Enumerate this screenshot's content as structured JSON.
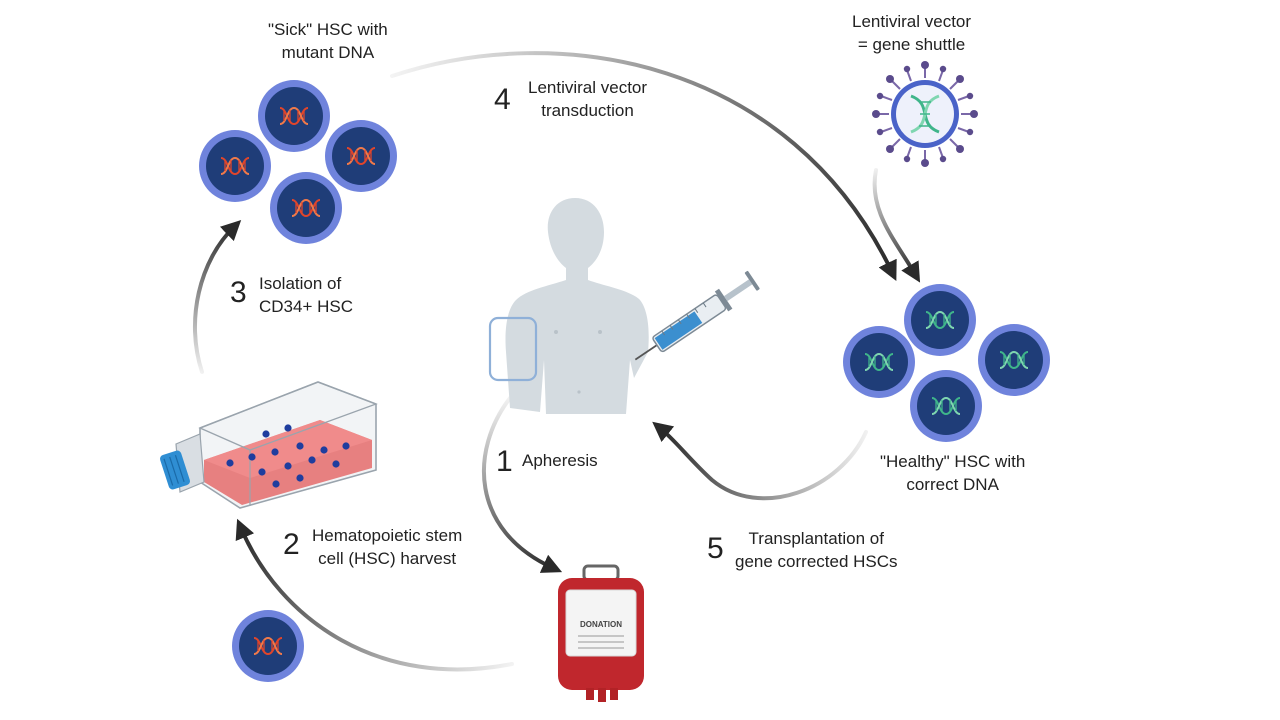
{
  "labels": {
    "sick_hsc": [
      "\"Sick\" HSC with",
      "mutant DNA"
    ],
    "lentiviral_vector": [
      "Lentiviral vector",
      "= gene shuttle"
    ],
    "healthy_hsc": [
      "\"Healthy\" HSC with",
      "correct DNA"
    ],
    "donation": "DONATION"
  },
  "steps": [
    {
      "number": "1",
      "lines": [
        "Apheresis"
      ]
    },
    {
      "number": "2",
      "lines": [
        "Hematopoietic stem",
        "cell (HSC) harvest"
      ]
    },
    {
      "number": "3",
      "lines": [
        "Isolation of",
        "CD34+ HSC"
      ]
    },
    {
      "number": "4",
      "lines": [
        "Lentiviral vector",
        "transduction"
      ]
    },
    {
      "number": "5",
      "lines": [
        "Transplantation of",
        "gene corrected HSCs"
      ]
    }
  ],
  "colors": {
    "cell_outer": "#6f83dc",
    "cell_inner": "#1f3d78",
    "dna_mutant": "#e0452b",
    "dna_healthy": "#3fb58a",
    "blood": "#c0272d",
    "flask_liquid": "#e57373",
    "flask_cap": "#2f8ed3",
    "body": "#d4dbe0",
    "arrow": "#2a2a2a"
  },
  "icons": {
    "cell": "stem-cell-icon",
    "virus": "lentivirus-icon",
    "flask": "culture-flask-icon",
    "bag": "blood-bag-icon",
    "syringe": "syringe-icon",
    "body": "human-torso-icon"
  }
}
